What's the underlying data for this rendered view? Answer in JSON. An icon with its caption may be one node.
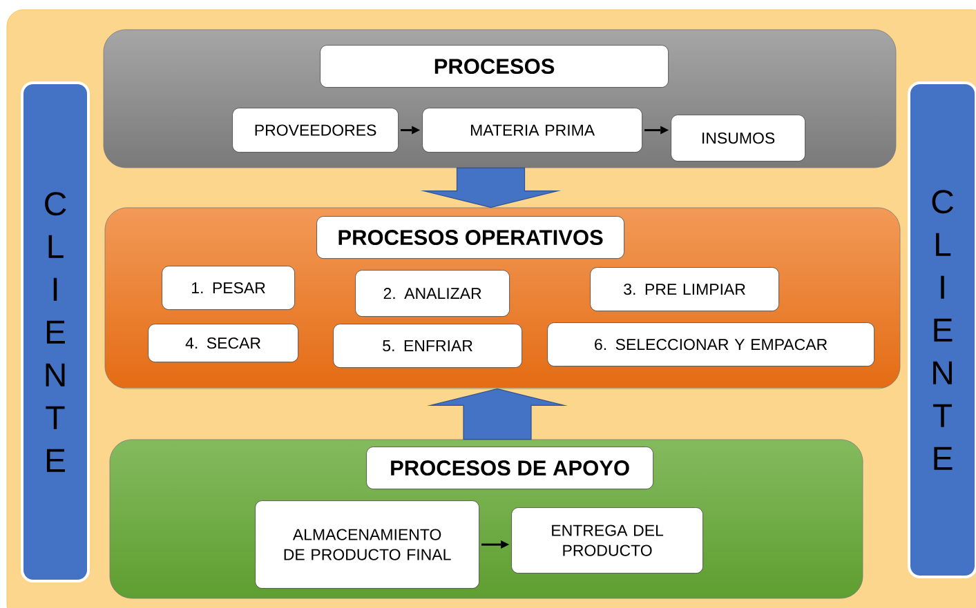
{
  "diagram": {
    "nodes": [
      {
        "text": [
          "CLIENTE"
        ]
      },
      {
        "text": [],
        "shape": "box"
      },
      {
        "text": [
          "PROCESOS"
        ],
        "in": 1
      },
      {
        "text": [
          "PROVEEDORES"
        ],
        "in": 1
      },
      {
        "text": [
          "MATERIA PRIMA"
        ],
        "in": 1
      },
      {
        "text": [
          "INSUMOS"
        ],
        "in": 1
      },
      {
        "text": [],
        "shape": "box"
      },
      {
        "text": [
          "PROCESOS OPERATIVOS"
        ],
        "in": 6
      },
      {
        "text": [
          "1. PESAR"
        ],
        "in": 6
      },
      {
        "text": [
          "2. ANALIZAR"
        ],
        "in": 6
      },
      {
        "text": [
          "3. PRE LIMPIAR"
        ],
        "in": 6
      },
      {
        "text": [
          "4. SECAR"
        ],
        "in": 6
      },
      {
        "text": [
          "5. ENFRIAR"
        ],
        "in": 6
      },
      {
        "text": [
          "6. SELECCIONAR Y EMPACAR"
        ],
        "in": 6
      },
      {
        "text": [],
        "shape": "box"
      },
      {
        "text": [
          "PROCESOS DE APOYO"
        ],
        "in": 14
      },
      {
        "text": [
          "ALMACENAMIENTO DE PRODUCTO FINAL"
        ],
        "in": 14
      },
      {
        "text": [
          "ENTREGA DEL PRODUCTO"
        ],
        "in": 14
      },
      {
        "text": [
          "CLIENTE"
        ]
      }
    ],
    "edges": [
      {
        "from": 3,
        "to": 4,
        "arrow": "to"
      },
      {
        "from": 4,
        "to": 5,
        "arrow": "to"
      },
      {
        "from": 1,
        "to": 6,
        "arrow": "to",
        "style": "thick",
        "color": "#4472c4"
      },
      {
        "from": 14,
        "to": 6,
        "arrow": "to",
        "style": "thick",
        "color": "#4472c4"
      },
      {
        "from": 16,
        "to": 17,
        "arrow": "to"
      }
    ]
  }
}
